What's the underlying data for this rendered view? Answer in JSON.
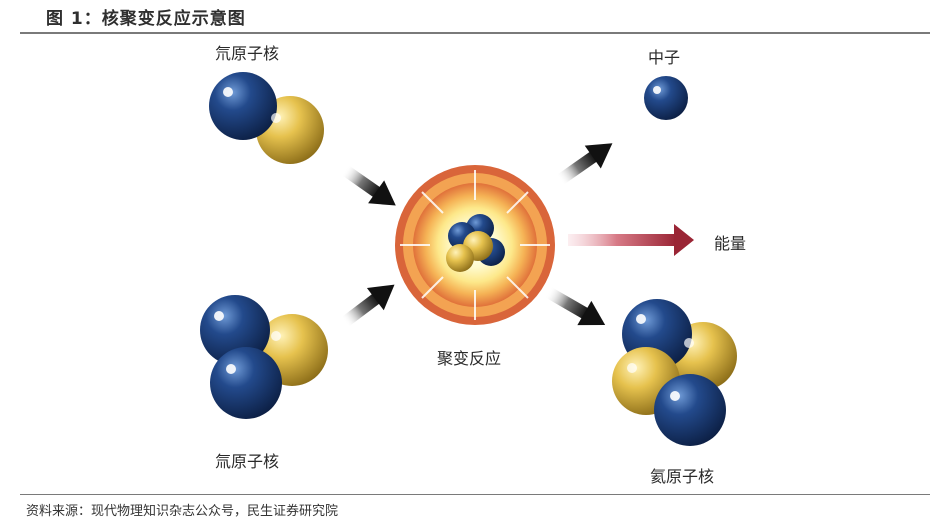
{
  "figure": {
    "title": "图 1：核聚变反应示意图",
    "source": "资料来源：现代物理知识杂志公众号，民生证券研究院"
  },
  "labels": {
    "deuterium": "氘原子核",
    "tritium": "氚原子核",
    "fusion": "聚变反应",
    "neutron": "中子",
    "energy": "能量",
    "helium": "氦原子核"
  },
  "colors": {
    "neutron_blue": "#1e3f7a",
    "proton_yellow": "#e2bf4a",
    "energy_arrow": "#a0323c",
    "burst_outer": "#d9653a",
    "burst_inner": "#fff6b0"
  }
}
